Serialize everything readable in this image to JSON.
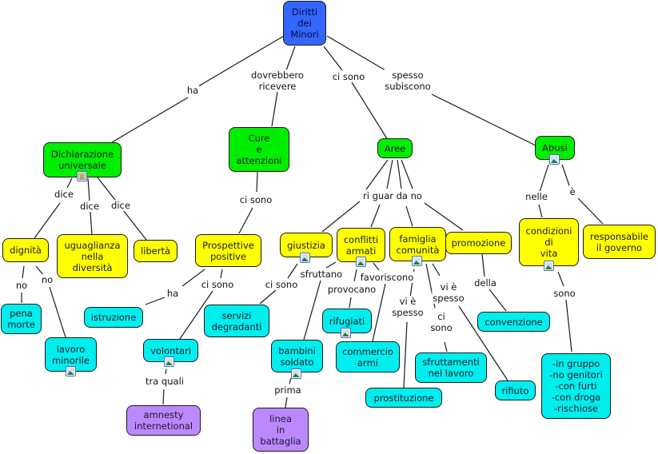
{
  "map_title": "Diritti dei Minori",
  "colors": {
    "root": "#3366ff",
    "level1": "#00ee00",
    "level2": "#ffff00",
    "level3": "#00eeee",
    "level4": "#bb88ff",
    "line": "#1a1a1a"
  },
  "nodes": {
    "diritti": "Diritti\ndei\nMinori",
    "dichiarazione": "Dichiarazione\nuniversale",
    "cure": "Cure\ne\nattenzioni",
    "aree": "Aree",
    "abusi": "Abusi",
    "dignita": "dignità",
    "uguaglianza": "uguaglianza\nnella\ndiversità",
    "liberta": "libertà",
    "prospettive": "Prospettive\npositive",
    "giustizia": "giustizia",
    "conflitti": "conflitti\narmati",
    "famiglia": "famiglia\ncomunità",
    "promozione": "promozione",
    "condizioni": "condizioni\ndi\nvita",
    "responsabile": "responsabile\nil governo",
    "pena": "pena\nmorte",
    "lavoro": "lavoro\nminorile",
    "istruzione": "istruzione",
    "volontari": "volontari",
    "servizi": "servizi\ndegradanti",
    "rifugiati": "rifugiati",
    "bambini": "bambini\nsoldato",
    "commercio": "commercio\narmi",
    "sfruttamenti": "sfruttamenti\nnel lavoro",
    "convenzione": "convenzione",
    "rifiuto": "rifiuto",
    "prostituzione": "prostituzione",
    "gruppo": "-in gruppo\n-no genitori\n-con furti\n-con droga\n-rischiose",
    "amnesty": "amnesty\ninternetional",
    "linea": "linea\nin\nbattaglia"
  },
  "links": {
    "ha": "ha",
    "dovrebbero": "dovrebbero\nricevere",
    "ci_sono_aree": "ci sono",
    "spesso_subiscono": "spesso\nsubiscono",
    "dice1": "dice",
    "dice2": "dice",
    "dice3": "dice",
    "ci_sono_cure": "ci sono",
    "riguardano": "ri guar da no",
    "nelle": "nelle",
    "e": "è",
    "no1": "no",
    "no2": "no",
    "ha2": "ha",
    "ci_sono_prosp": "ci sono",
    "ci_sono_giust": "ci sono",
    "sfruttano": "sfruttano",
    "provocano": "provocano",
    "favoriscono": "favoriscono",
    "vi_e_spesso1": "vi è\nspesso",
    "ci_sono_fam": "ci\nsono",
    "vi_e_spesso2": "vi è\nspesso",
    "della": "della",
    "sono": "sono",
    "tra_quali": "tra quali",
    "prima": "prima"
  },
  "attachments": {
    "document_icon": "document-icon",
    "image_icon": "image-icon"
  }
}
